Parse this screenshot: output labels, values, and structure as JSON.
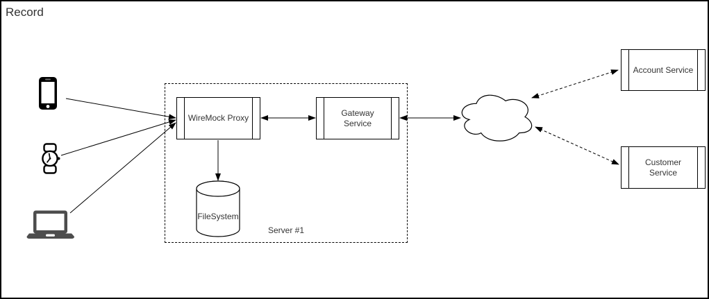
{
  "page": {
    "title": "Record"
  },
  "colors": {
    "stroke": "#000000",
    "text": "#333333",
    "background": "#ffffff",
    "device_gray": "#4d4d4d"
  },
  "diagram": {
    "groups": [
      {
        "id": "server1",
        "label": "Server #1",
        "border_style": "dashed"
      }
    ],
    "nodes": [
      {
        "id": "smartphone",
        "type": "smartphone-icon",
        "label": ""
      },
      {
        "id": "smartwatch",
        "type": "smartwatch-icon",
        "label": ""
      },
      {
        "id": "laptop",
        "type": "laptop-icon",
        "label": ""
      },
      {
        "id": "wiremock",
        "type": "process",
        "label": "WireMock Proxy"
      },
      {
        "id": "gateway",
        "type": "process",
        "label": "Gateway Service"
      },
      {
        "id": "filesystem",
        "type": "cylinder",
        "label": "FileSystem"
      },
      {
        "id": "internet",
        "type": "cloud",
        "label": ""
      },
      {
        "id": "account",
        "type": "process",
        "label": "Account Service"
      },
      {
        "id": "customer",
        "type": "process",
        "label": "Customer Service"
      }
    ],
    "edges": [
      {
        "from": "smartphone",
        "to": "wiremock",
        "style": "solid",
        "direction": "forward"
      },
      {
        "from": "smartwatch",
        "to": "wiremock",
        "style": "solid",
        "direction": "forward"
      },
      {
        "from": "laptop",
        "to": "wiremock",
        "style": "solid",
        "direction": "forward"
      },
      {
        "from": "wiremock",
        "to": "gateway",
        "style": "solid",
        "direction": "both"
      },
      {
        "from": "wiremock",
        "to": "filesystem",
        "style": "solid",
        "direction": "forward"
      },
      {
        "from": "gateway",
        "to": "internet",
        "style": "solid",
        "direction": "both"
      },
      {
        "from": "internet",
        "to": "account",
        "style": "dashed",
        "direction": "both"
      },
      {
        "from": "internet",
        "to": "customer",
        "style": "dashed",
        "direction": "both"
      }
    ]
  }
}
